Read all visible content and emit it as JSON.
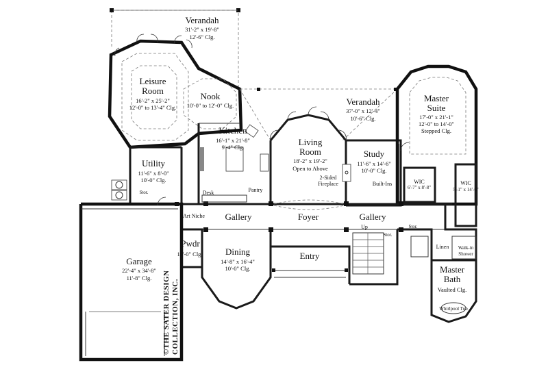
{
  "rooms": {
    "verandah_top": {
      "name": "Verandah",
      "dim": "31'-2\" x 19'-8\"",
      "ceiling": "12'-6\" Clg."
    },
    "leisure": {
      "name_1": "Leisure",
      "name_2": "Room",
      "dim": "16'-2\" x 25'-2\"",
      "ceiling": "12'-0\" to 13'-4\" Clg."
    },
    "nook": {
      "name": "Nook",
      "ceiling": "10'-0\" to 12'-0\" Clg."
    },
    "kitchen": {
      "name": "Kitchen",
      "dim": "16'-1\" x 21'-8\"",
      "ceiling": "9'-4\" Clg."
    },
    "verandah_right": {
      "name": "Verandah",
      "dim": "37'-0\" x 12'-4\"",
      "ceiling": "10'-6\" Clg."
    },
    "master_suite": {
      "name_1": "Master",
      "name_2": "Suite",
      "dim": "17'-0\" x 21'-1\"",
      "ceiling_1": "12'-0\" to 14'-0\"",
      "ceiling_2": "Stepped Clg."
    },
    "living": {
      "name_1": "Living",
      "name_2": "Room",
      "dim": "18'-2\" x 19'-2\"",
      "ceiling": "Open to Above"
    },
    "study": {
      "name": "Study",
      "dim": "11'-6\" x 14'-6\"",
      "ceiling": "10'-0\" Clg."
    },
    "utility": {
      "name": "Utility",
      "dim": "11'-6\" x 8'-0\"",
      "ceiling": "10'-0\" Clg."
    },
    "gallery_left": {
      "name": "Gallery"
    },
    "foyer": {
      "name": "Foyer"
    },
    "gallery_right": {
      "name": "Gallery"
    },
    "garage": {
      "name": "Garage",
      "dim": "22'-4\" x 34'-8\"",
      "ceiling": "11'-8\" Clg."
    },
    "dining": {
      "name": "Dining",
      "dim": "14'-8\" x 16'-4\"",
      "ceiling": "10'-0\" Clg."
    },
    "pwdr": {
      "name": "Pwdr",
      "ceiling": "10'-0\" Clg."
    },
    "entry": {
      "name": "Entry"
    },
    "master_bath": {
      "name_1": "Master",
      "name_2": "Bath",
      "ceiling": "Vaulted Clg."
    },
    "wic_left": {
      "name": "WIC",
      "dim": "6'-7\" x 8'-8\""
    },
    "wic_right": {
      "name": "WIC",
      "dim": "5'-1\" x 14'-6\""
    }
  },
  "notes": {
    "fireplace_1": "2-Sided",
    "fireplace_2": "Fireplace",
    "builtins": "Built-Ins",
    "desk": "Desk",
    "pantry": "Pantry",
    "stor_utility": "Stor.",
    "art_niche": "Art Niche",
    "up": "Up",
    "stor_stairs": "Stor.",
    "stor_gallery": "Stor.",
    "linen": "Linen",
    "walkin_shower_1": "Walk-in",
    "walkin_shower_2": "Shower",
    "whirlpool": "Whirlpool Tub"
  },
  "copyright": {
    "line_1": "©THE SATER DESIGN",
    "line_2": "COLLECTION, INC."
  }
}
